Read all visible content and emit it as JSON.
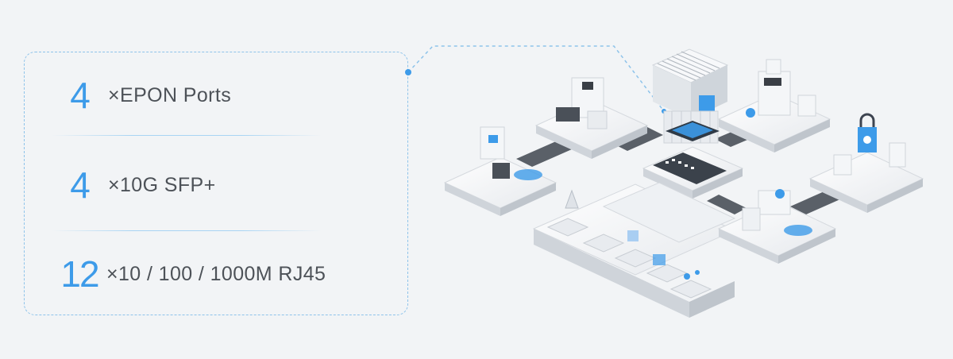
{
  "specs": [
    {
      "number": "4",
      "label": "×EPON Ports"
    },
    {
      "number": "4",
      "label": "×10G SFP+"
    },
    {
      "number": "12",
      "label": "×10 / 100 / 1000M RJ45"
    }
  ],
  "colors": {
    "accent": "#3d9be9",
    "text": "#4d5258",
    "background": "#f2f4f6",
    "dash": "#8ec3ea"
  },
  "illustration": {
    "icons": [
      "server-tower-icon",
      "olt-switch-icon",
      "lock-icon",
      "network-node-icon"
    ]
  }
}
